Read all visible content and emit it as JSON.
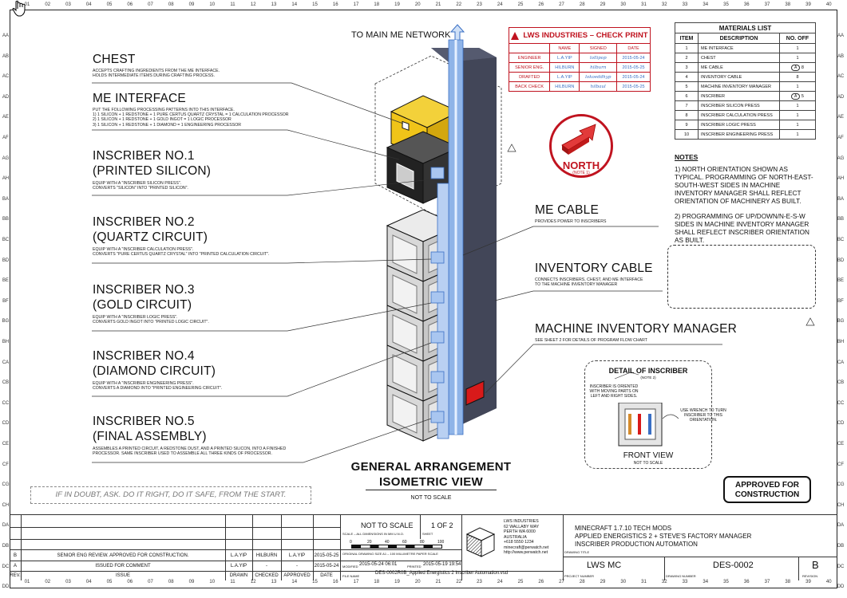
{
  "grid": {
    "columns": [
      "01",
      "02",
      "03",
      "04",
      "05",
      "06",
      "07",
      "08",
      "09",
      "10",
      "11",
      "12",
      "13",
      "14",
      "15",
      "16",
      "17",
      "18",
      "19",
      "20",
      "21",
      "22",
      "23",
      "24",
      "25",
      "26",
      "27",
      "28",
      "29",
      "30",
      "31",
      "32",
      "33",
      "34",
      "35",
      "36",
      "37",
      "38",
      "39",
      "40"
    ],
    "rows": [
      "AA",
      "AB",
      "AC",
      "AD",
      "AE",
      "AF",
      "AG",
      "AH",
      "BA",
      "BB",
      "BC",
      "BD",
      "BE",
      "BF",
      "BG",
      "BH",
      "CA",
      "CB",
      "CC",
      "CD",
      "CE",
      "CF",
      "CG",
      "CH",
      "DA",
      "DB",
      "DC",
      "DD"
    ]
  },
  "network_label": "TO MAIN ME NETWORK",
  "callouts": [
    {
      "title": "CHEST",
      "lines": [
        "ACCEPTS CRAFTING INGREDIENTS FROM THE ME INTERFACE.",
        "HOLDS INTERMEDIATE ITEMS DURING CRAFTING PROCESS."
      ]
    },
    {
      "title": "ME INTERFACE",
      "lines": [
        "PUT THE FOLLOWING PROCESSING PATTERNS INTO THIS INTERFACE.",
        "1) 1 SILICON + 1 REDSTONE + 1 PURE CERTUS QUARTZ CRYSTAL = 1 CALCULATION PROCESSOR",
        "2) 1 SILICON + 1 REDSTONE + 1 GOLD INGOT = 1 LOGIC PROCESSOR",
        "3) 1 SILICON + 1 REDSTONE + 1 DIAMOND = 1 ENGINEERING PROCESSOR"
      ]
    },
    {
      "title": "INSCRIBER NO.1",
      "title2": "(PRINTED SILICON)",
      "lines": [
        "EQUIP WITH A \"INSCRIBER SILICON PRESS\".",
        "CONVERTS \"SILICON\" INTO \"PRINTED SILICON\"."
      ]
    },
    {
      "title": "INSCRIBER NO.2",
      "title2": "(QUARTZ CIRCUIT)",
      "lines": [
        "EQUIP WITH A \"INSCRIBER CALCULATION PRESS\".",
        "CONVERTS \"PURE CERTUS QUARTZ CRYSTAL\" INTO \"PRINTED CALCULATION CIRCUIT\"."
      ]
    },
    {
      "title": "INSCRIBER NO.3",
      "title2": "(GOLD CIRCUIT)",
      "lines": [
        "EQUIP WITH A \"INSCRIBER LOGIC PRESS\".",
        "CONVERTS GOLD INGOT INTO \"PRINTED LOGIC CIRCUIT\"."
      ]
    },
    {
      "title": "INSCRIBER NO.4",
      "title2": "(DIAMOND CIRCUIT)",
      "lines": [
        "EQUIP WITH A \"INSCRIBER ENGINEERING PRESS\".",
        "CONVERTS A DIAMOND INTO \"PRINTED ENGINEERING CIRCUIT\"."
      ]
    },
    {
      "title": "INSCRIBER NO.5",
      "title2": "(FINAL ASSEMBLY)",
      "lines": [
        "ASSEMBLES A PRINTED CIRCUIT, A REDSTONE DUST, AND A PRINTED SILICON, INTO A FINISHED",
        "PROCESSOR. SAME INSCRIBER USED TO ASSEMBLE ALL THREE KINDS OF PROCESSOR."
      ]
    }
  ],
  "right_callouts": [
    {
      "title": "ME CABLE",
      "lines": [
        "PROVIDES POWER TO INSCRIBERS"
      ]
    },
    {
      "title": "INVENTORY CABLE",
      "lines": [
        "CONNECTS INSCRIBERS, CHEST, AND ME INTERFACE",
        "TO THE MACHINE INVENTORY MANAGER"
      ]
    },
    {
      "title": "MACHINE INVENTORY MANAGER",
      "lines": [
        "SEE SHEET 2 FOR DETAILS OF PROGRAM FLOW CHART"
      ]
    }
  ],
  "check_print": {
    "title": "LWS INDUSTRIES – CHECK PRINT",
    "headers": [
      "",
      "NAME",
      "SIGNED",
      "DATE"
    ],
    "rows": [
      {
        "role": "ENGINEER",
        "name": "L.A.YIP",
        "signed": "lollipop",
        "date": "2015-05-24"
      },
      {
        "role": "SENIOR ENG.",
        "name": "HILBURN",
        "signed": "hilburn",
        "date": "2015-05-25"
      },
      {
        "role": "DRAFTED",
        "name": "L.A.YIP",
        "signed": "lokoeddhyp",
        "date": "2015-05-24"
      },
      {
        "role": "BACK CHECK",
        "name": "HILBURN",
        "signed": "hilbaul",
        "date": "2015-05-25"
      }
    ]
  },
  "materials": {
    "title": "MATERIALS LIST",
    "headers": [
      "ITEM",
      "DESCRIPTION",
      "NO. OFF"
    ],
    "rows": [
      {
        "item": "1",
        "desc": "ME INTERFACE",
        "qty": "1",
        "rev": ""
      },
      {
        "item": "2",
        "desc": "CHEST",
        "qty": "1",
        "rev": ""
      },
      {
        "item": "3",
        "desc": "ME CABLE",
        "qty": "8",
        "rev": "A"
      },
      {
        "item": "4",
        "desc": "INVENTORY CABLE",
        "qty": "8",
        "rev": ""
      },
      {
        "item": "5",
        "desc": "MACHINE INVENTORY MANAGER",
        "qty": "1",
        "rev": ""
      },
      {
        "item": "6",
        "desc": "INSCRIBER",
        "qty": "5",
        "rev": "A"
      },
      {
        "item": "7",
        "desc": "INSCRIBER SILICON PRESS",
        "qty": "1",
        "rev": ""
      },
      {
        "item": "8",
        "desc": "INSCRIBER CALCULATION PRESS",
        "qty": "1",
        "rev": ""
      },
      {
        "item": "9",
        "desc": "INSCRIBER LOGIC PRESS",
        "qty": "1",
        "rev": ""
      },
      {
        "item": "10",
        "desc": "INSCRIBER ENGINEERING PRESS",
        "qty": "1",
        "rev": ""
      }
    ]
  },
  "notes": {
    "title": "NOTES",
    "items": [
      "1) NORTH ORIENTATION SHOWN AS TYPICAL. PROGRAMMING OF NORTH-EAST-SOUTH-WEST SIDES IN MACHINE INVENTORY MANAGER SHALL REFLECT ORIENTATION OF MACHINERY AS BUILT.",
      "2) PROGRAMMING OF UP/DOWN/N-E-S-W SIDES IN MACHINE INVENTORY MANAGER SHALL REFLECT INSCRIBER ORIENTATION AS BUILT."
    ]
  },
  "north": {
    "label": "NORTH",
    "note": "(NOTE 1)"
  },
  "rev_triangle": "A",
  "detail": {
    "title": "DETAIL OF INSCRIBER",
    "note": "(NOTE 2)",
    "left_text": "INSCRIBER IS ORIENTED WITH MOVING PARTS ON LEFT AND RIGHT SIDES.",
    "right_text": "USE WRENCH TO TURN INSCRIBER TO THIS ORIENTATION.",
    "view": "FRONT VIEW",
    "scale": "NOT TO SCALE"
  },
  "main_title": {
    "line1": "GENERAL ARRANGEMENT",
    "line2": "ISOMETRIC VIEW",
    "scale": "NOT TO SCALE"
  },
  "motto": "IF IN DOUBT, ASK. DO IT RIGHT, DO IT SAFE, FROM THE START.",
  "approved": "APPROVED FOR CONSTRUCTION",
  "title_block": {
    "revisions": [
      {
        "rev": "B",
        "issue": "SENIOR ENG REVIEW. APPROVED FOR CONSTRUCTION.",
        "drawn": "L.A.YIP",
        "checked": "HILBURN",
        "approved": "L.A.YIP",
        "date": "2015-05-25"
      },
      {
        "rev": "A",
        "issue": "ISSUED FOR COMMENT",
        "drawn": "L.A.YIP",
        "checked": "-",
        "approved": "-",
        "date": "2015-05-24"
      }
    ],
    "rev_headers": {
      "rev": "REV.",
      "issue": "ISSUE",
      "drawn": "DRAWN",
      "checked": "CHECKED",
      "approved": "APPROVED",
      "date": "DATE"
    },
    "scale": "NOT TO SCALE",
    "scale_note": "SCALE – ALL DIMENSIONS IN MM U.N.O.",
    "sheet": "1 OF 2",
    "sheet_label": "SHEET",
    "scale_ticks": [
      "0",
      "20",
      "40",
      "60",
      "80",
      "100"
    ],
    "paper_note": "ORIGINAL DRAWING SIZE A1 – 100 MILLIMETRE PAPER SCALE",
    "modified_label": "MODIFIED",
    "modified": "2015-05-24 06:01",
    "printed_label": "PRINTED",
    "printed": "2015-05-19 19:54",
    "file_label": "FILE NAME",
    "file": "DES-0002R0B_Applied Energistics 2 Inscriber Automation.vsd",
    "company": [
      "LWS INDUSTRIES",
      "62 WALLABY WAY",
      "PERTH WA 6000",
      "AUSTRALIA",
      "+618 5550 1234",
      "minecraft@perwatch.net",
      "http://www.perwatch.net"
    ],
    "drawing_title": [
      "MINECRAFT 1.7.10 TECH MODS",
      "APPLIED ENERGISTICS 2 + STEVE'S FACTORY MANAGER",
      "INSCRIBER PRODUCTION AUTOMATION"
    ],
    "drawing_title_label": "DRAWING TITLE",
    "project": "LWS MC",
    "project_label": "PROJECT NUMBER",
    "drawing_no": "DES-0002",
    "drawing_no_label": "DRAWING NUMBER",
    "revision": "B",
    "revision_label": "REVISION"
  }
}
